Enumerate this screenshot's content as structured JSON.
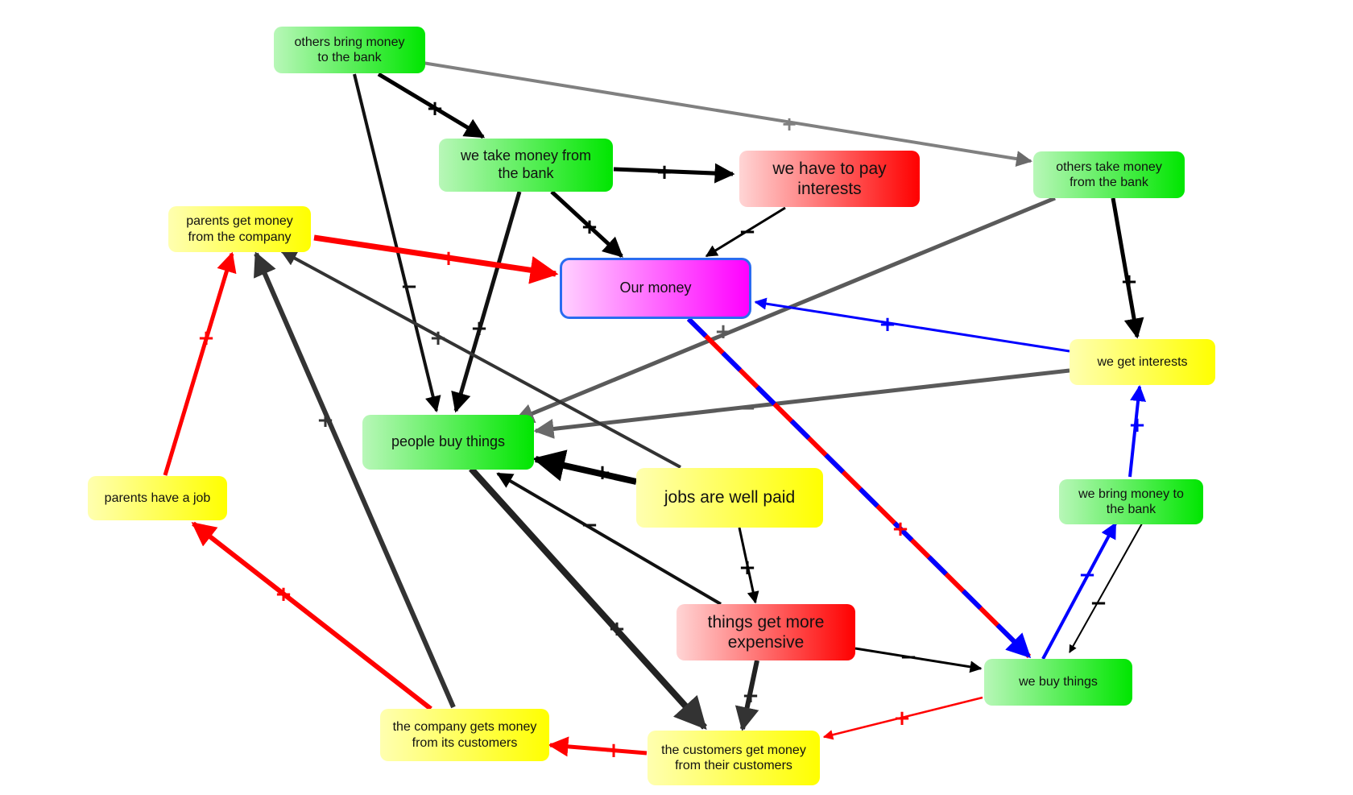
{
  "nodes": {
    "others_bring": "others bring money\nto the bank",
    "we_take": "we take money from\nthe bank",
    "we_pay_interests": "we have to pay\ninterests",
    "others_take": "others take money\nfrom the bank",
    "parents_get": "parents get money\nfrom the company",
    "our_money": "Our money",
    "we_get_interests": "we get interests",
    "people_buy": "people buy things",
    "parents_job": "parents have a job",
    "jobs_paid": "jobs are well paid",
    "we_bring": "we bring money to\nthe bank",
    "more_expensive": "things get more\nexpensive",
    "we_buy": "we buy things",
    "company_gets": "the company gets money\nfrom its customers",
    "customers_get": "the customers get money\nfrom their customers"
  },
  "edges": [
    {
      "from": "others_bring",
      "to": "we_take",
      "sign": "+",
      "color": "#000000"
    },
    {
      "from": "others_bring",
      "to": "others_take",
      "sign": "+",
      "color": "#808080"
    },
    {
      "from": "others_bring",
      "to": "people_buy",
      "sign": "−",
      "color": "#111111"
    },
    {
      "from": "we_take",
      "to": "we_pay_interests",
      "sign": "+",
      "color": "#000000"
    },
    {
      "from": "we_take",
      "to": "our_money",
      "sign": "+",
      "color": "#000000"
    },
    {
      "from": "we_take",
      "to": "people_buy",
      "sign": "+",
      "color": "#111111"
    },
    {
      "from": "we_pay_interests",
      "to": "our_money",
      "sign": "−",
      "color": "#000000"
    },
    {
      "from": "others_take",
      "to": "people_buy",
      "sign": "+",
      "color": "#5a5a5a"
    },
    {
      "from": "others_take",
      "to": "we_get_interests",
      "sign": "+",
      "color": "#000000"
    },
    {
      "from": "parents_get",
      "to": "our_money",
      "sign": "+",
      "color": "#ff0000"
    },
    {
      "from": "we_get_interests",
      "to": "our_money",
      "sign": "+",
      "color": "#0000ff"
    },
    {
      "from": "we_get_interests",
      "to": "people_buy",
      "sign": "−",
      "color": "#5a5a5a"
    },
    {
      "from": "jobs_paid",
      "to": "parents_get",
      "sign": "+",
      "color": "#333333"
    },
    {
      "from": "jobs_paid",
      "to": "people_buy",
      "sign": "+",
      "color": "#000000"
    },
    {
      "from": "jobs_paid",
      "to": "more_expensive",
      "sign": "+",
      "color": "#000000"
    },
    {
      "from": "our_money",
      "to": "we_buy",
      "sign": "+",
      "color": "red-blue"
    },
    {
      "from": "more_expensive",
      "to": "people_buy",
      "sign": "−",
      "color": "#111111"
    },
    {
      "from": "more_expensive",
      "to": "we_buy",
      "sign": "−",
      "color": "#000000"
    },
    {
      "from": "more_expensive",
      "to": "customers_get",
      "sign": "+",
      "color": "#222222"
    },
    {
      "from": "people_buy",
      "to": "customers_get",
      "sign": "+",
      "color": "#222222"
    },
    {
      "from": "parents_job",
      "to": "parents_get",
      "sign": "+",
      "color": "#ff0000"
    },
    {
      "from": "we_buy",
      "to": "we_bring",
      "sign": "−",
      "color": "#0000ff"
    },
    {
      "from": "we_bring",
      "to": "we_buy",
      "sign": "−",
      "color": "#000000"
    },
    {
      "from": "we_bring",
      "to": "we_get_interests",
      "sign": "+",
      "color": "#0000ff"
    },
    {
      "from": "we_buy",
      "to": "customers_get",
      "sign": "+",
      "color": "#ff0000"
    },
    {
      "from": "company_gets",
      "to": "parents_job",
      "sign": "+",
      "color": "#ff0000"
    },
    {
      "from": "company_gets",
      "to": "parents_get",
      "sign": "+",
      "color": "#333333"
    },
    {
      "from": "customers_get",
      "to": "company_gets",
      "sign": "+",
      "color": "#ff0000"
    }
  ]
}
